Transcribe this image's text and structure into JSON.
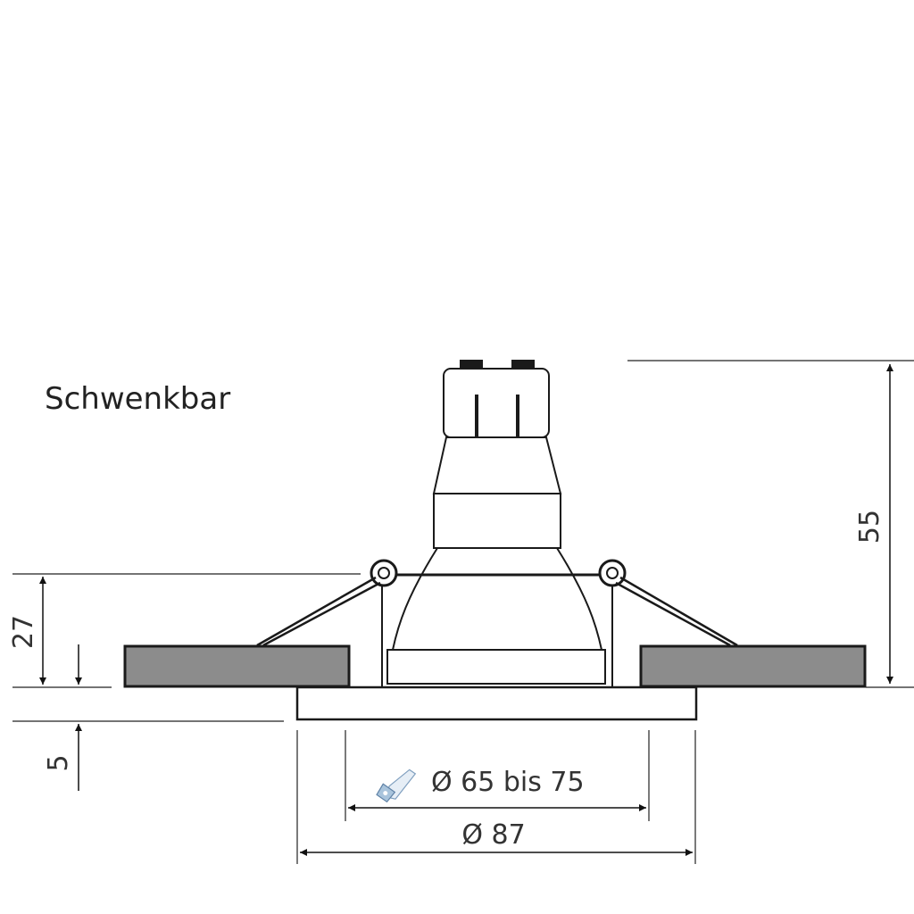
{
  "diagram": {
    "title": "Schwenkbar",
    "dimensions": {
      "total_height": "55",
      "inner_height": "27",
      "flange_thickness": "5",
      "cutout_diameter": "Ø 65 bis 75",
      "outer_diameter": "Ø 87"
    },
    "icons": {
      "cutout": "saw-blade-icon"
    },
    "colors": {
      "line": "#1a1a1a",
      "ceiling": "#8c8c8c",
      "icon": "#a9c4dc"
    }
  }
}
